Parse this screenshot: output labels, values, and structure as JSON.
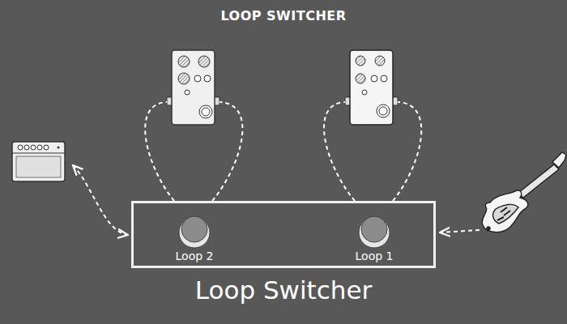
{
  "diagram": {
    "title": "LOOP SWITCHER",
    "nodes": [
      {
        "text": [
          "Loop Switcher"
        ]
      },
      {
        "text": [
          "Loop 2"
        ],
        "in": 0
      },
      {
        "text": [
          "Loop 1"
        ],
        "in": 0
      }
    ]
  }
}
